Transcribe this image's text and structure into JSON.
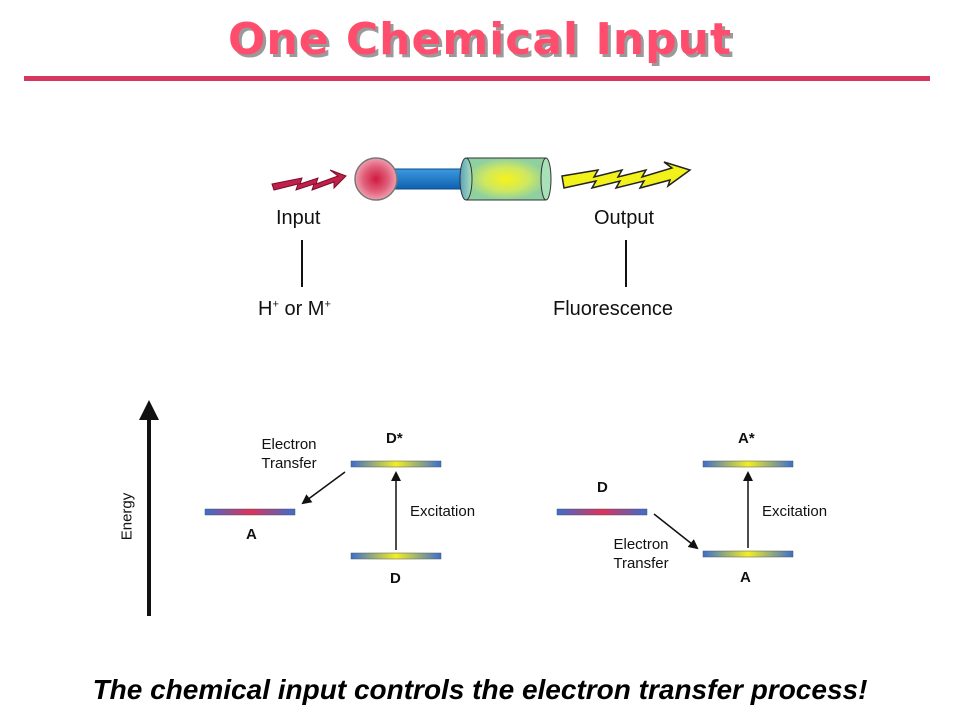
{
  "title": "One Chemical Input",
  "sensor": {
    "input_label": "Input",
    "output_label": "Output",
    "input_value": "H",
    "input_value_sup": "+",
    "input_or": " or M",
    "input_value_sup2": "+",
    "output_value": "Fluorescence"
  },
  "energy_axis_label": "Energy",
  "left_diagram": {
    "upper_level": "D*",
    "lower_level": "D",
    "side_level": "A",
    "transfer_label_1": "Electron",
    "transfer_label_2": "Transfer",
    "excitation_label": "Excitation"
  },
  "right_diagram": {
    "upper_level": "A*",
    "lower_level": "A",
    "side_level": "D",
    "transfer_label_1": "Electron",
    "transfer_label_2": "Transfer",
    "excitation_label": "Excitation"
  },
  "caption": "The chemical input controls the electron transfer process!",
  "colors": {
    "title": "#ff4d6d",
    "rule": "#d5375e",
    "input_bolt": "#c0204a",
    "output_bolt": "#f2f21a",
    "ball": "#d8304a",
    "rod": "#1e7fd0",
    "cylinder": "#9fd88a"
  }
}
